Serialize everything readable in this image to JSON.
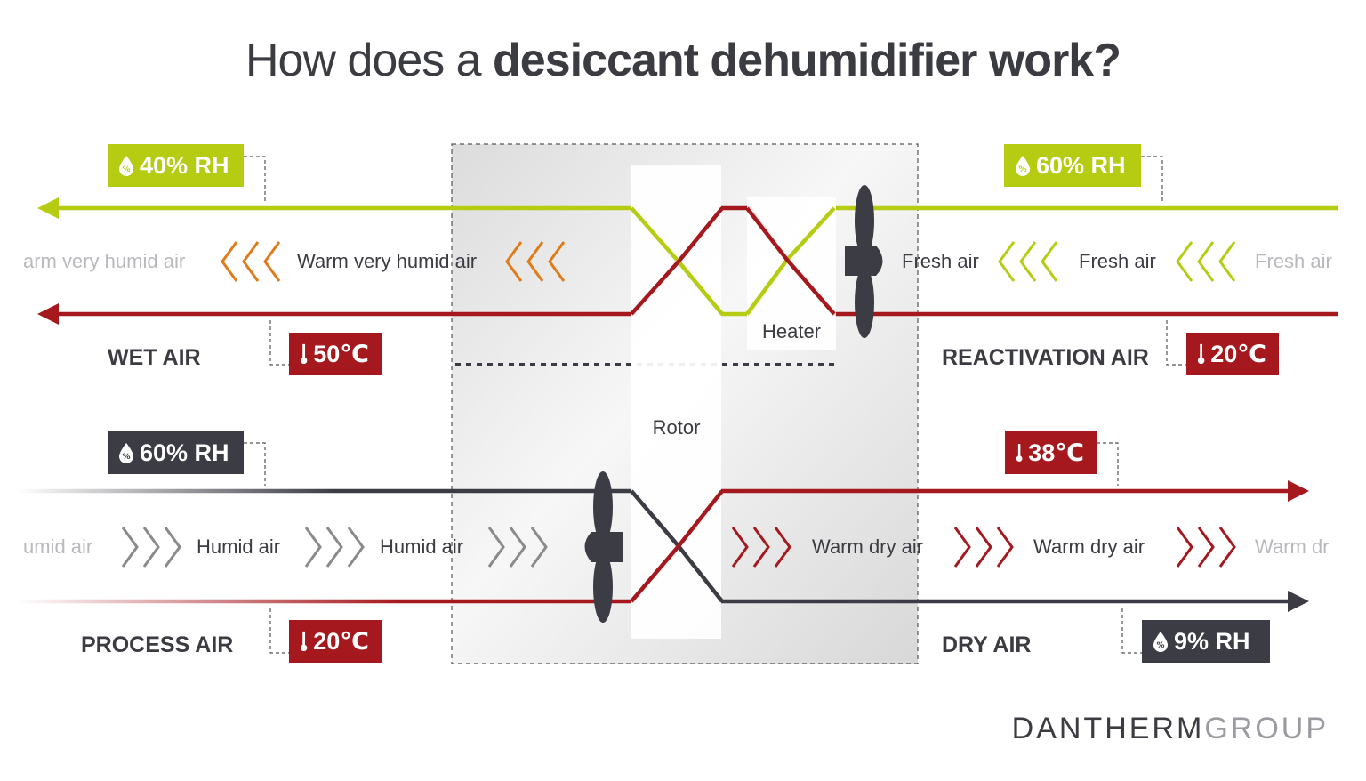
{
  "title": {
    "light": "How does a ",
    "bold": "desiccant dehumidifier work?"
  },
  "tags": {
    "wet_rh": "40% RH",
    "react_rh": "60% RH",
    "wet_temp": "50℃",
    "react_temp": "20℃",
    "process_rh": "60% RH",
    "dry_temp": "38℃",
    "process_temp": "20℃",
    "dry_rh": "9% RH"
  },
  "labels": {
    "wet_air": "WET AIR",
    "reactivation_air": "REACTIVATION AIR",
    "process_air": "PROCESS AIR",
    "dry_air": "DRY AIR",
    "rotor": "Rotor",
    "heater": "Heater"
  },
  "flows": {
    "warm_humid_1": "arm very humid air",
    "warm_humid_2": "Warm very humid air",
    "fresh_1": "Fresh air",
    "fresh_2": "Fresh air",
    "fresh_3": "Fresh air",
    "humid_1": "umid air",
    "humid_2": "Humid air",
    "humid_3": "Humid air",
    "warm_dry_1": "Warm dry air",
    "warm_dry_2": "Warm dry air",
    "warm_dry_3": "Warm dr"
  },
  "brand": {
    "main": "DANTHERM",
    "suffix": "GROUP"
  },
  "colors": {
    "green": "#b5cc12",
    "red": "#a5191e",
    "dark": "#3b3c44",
    "orange": "#e07b1a",
    "grey": "#8a8a8e",
    "text": "#3b3b42"
  },
  "icons": {
    "humidity": "humidity-drop-icon",
    "temperature": "thermometer-icon",
    "fan": "fan-icon"
  }
}
